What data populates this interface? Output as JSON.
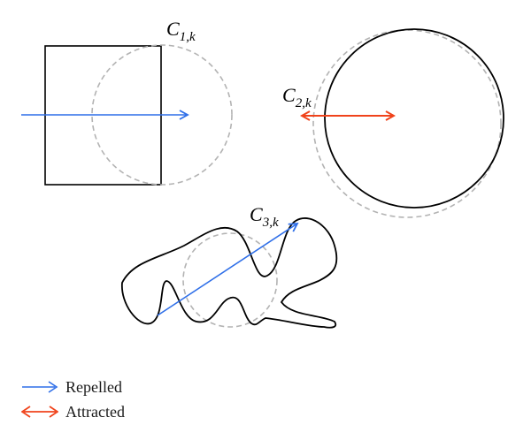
{
  "colors": {
    "repelled": "#2f6fe8",
    "attracted": "#f0431b",
    "shape_stroke": "#000000",
    "circle_dashed": "#b3b3b3"
  },
  "labels": {
    "c1": {
      "main": "C",
      "sub": "1,k"
    },
    "c2": {
      "main": "C",
      "sub": "2,k"
    },
    "c3": {
      "main": "C",
      "sub": "3,k"
    }
  },
  "legend": {
    "repelled": "Repelled",
    "attracted": "Attracted"
  }
}
